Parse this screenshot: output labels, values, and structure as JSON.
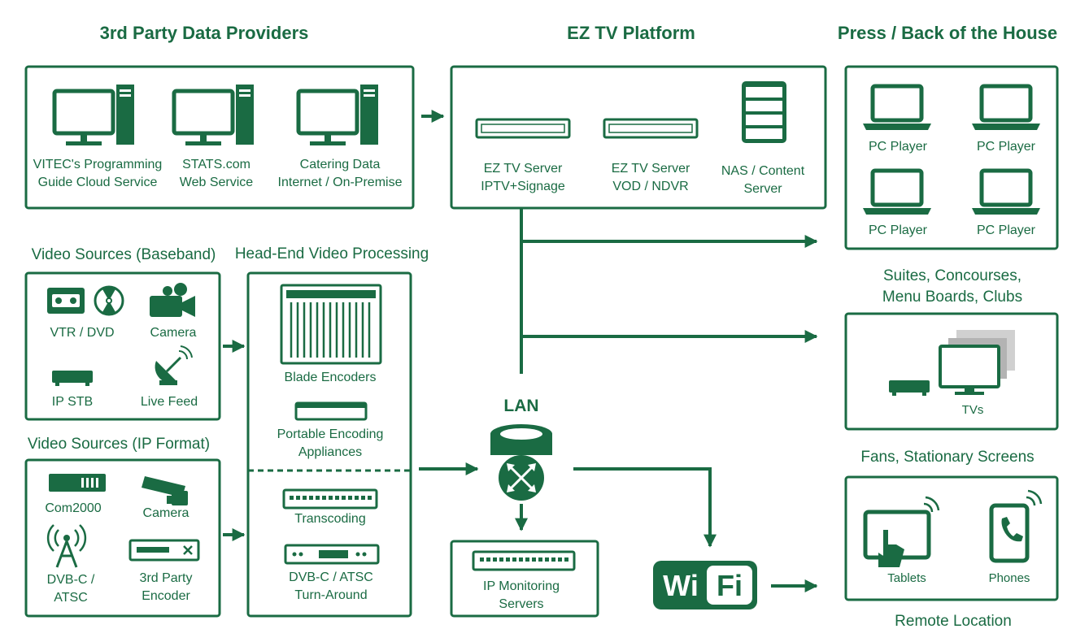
{
  "headers": {
    "providers": "3rd Party Data Providers",
    "platform": "EZ TV Platform",
    "press": "Press / Back of the House"
  },
  "sections": {
    "baseband": "Video Sources (Baseband)",
    "headend": "Head-End Video Processing",
    "ipformat": "Video Sources (IP Format)",
    "suites_1": "Suites, Concourses,",
    "suites_2": "Menu Boards, Clubs",
    "fans": "Fans, Stationary Screens",
    "remote": "Remote Location"
  },
  "providers": [
    {
      "line1": "VITEC's Programming",
      "line2": "Guide Cloud Service"
    },
    {
      "line1": "STATS.com",
      "line2": "Web Service"
    },
    {
      "line1": "Catering Data",
      "line2": "Internet / On-Premise"
    }
  ],
  "platform": [
    {
      "line1": "EZ TV Server",
      "line2": "IPTV+Signage"
    },
    {
      "line1": "EZ TV Server",
      "line2": "VOD / NDVR"
    },
    {
      "line1": "NAS / Content",
      "line2": "Server"
    }
  ],
  "pc_players": [
    "PC Player",
    "PC Player",
    "PC Player",
    "PC Player"
  ],
  "baseband_items": [
    "VTR / DVD",
    "Camera",
    "IP STB",
    "Live Feed"
  ],
  "headend_items": {
    "blade": "Blade Encoders",
    "portable_1": "Portable Encoding",
    "portable_2": "Appliances",
    "transcoding": "Transcoding",
    "dvbc_1": "DVB-C / ATSC",
    "dvbc_2": "Turn-Around"
  },
  "ip_items": {
    "com2000": "Com2000",
    "camera": "Camera",
    "dvbc_1": "DVB-C /",
    "dvbc_2": "ATSC",
    "encoder_1": "3rd Party",
    "encoder_2": "Encoder"
  },
  "lan": "LAN",
  "monitoring": {
    "line1": "IP Monitoring",
    "line2": "Servers"
  },
  "tvs": "TVs",
  "wifi": {
    "left": "Wi",
    "right": "Fi"
  },
  "mobile": [
    "Tablets",
    "Phones"
  ],
  "colors": {
    "primary": "#1a6b43",
    "background": "#ffffff"
  },
  "icons": [
    "desktop-computer-icon",
    "rack-server-icon",
    "nas-icon",
    "laptop-icon",
    "vcr-icon",
    "disc-icon",
    "video-camera-icon",
    "set-top-box-icon",
    "satellite-dish-icon",
    "blade-chassis-icon",
    "appliance-icon",
    "switch-icon",
    "decoder-icon",
    "cctv-camera-icon",
    "antenna-tower-icon",
    "encoder-icon",
    "router-icon",
    "tv-icon",
    "tablet-icon",
    "phone-icon"
  ]
}
